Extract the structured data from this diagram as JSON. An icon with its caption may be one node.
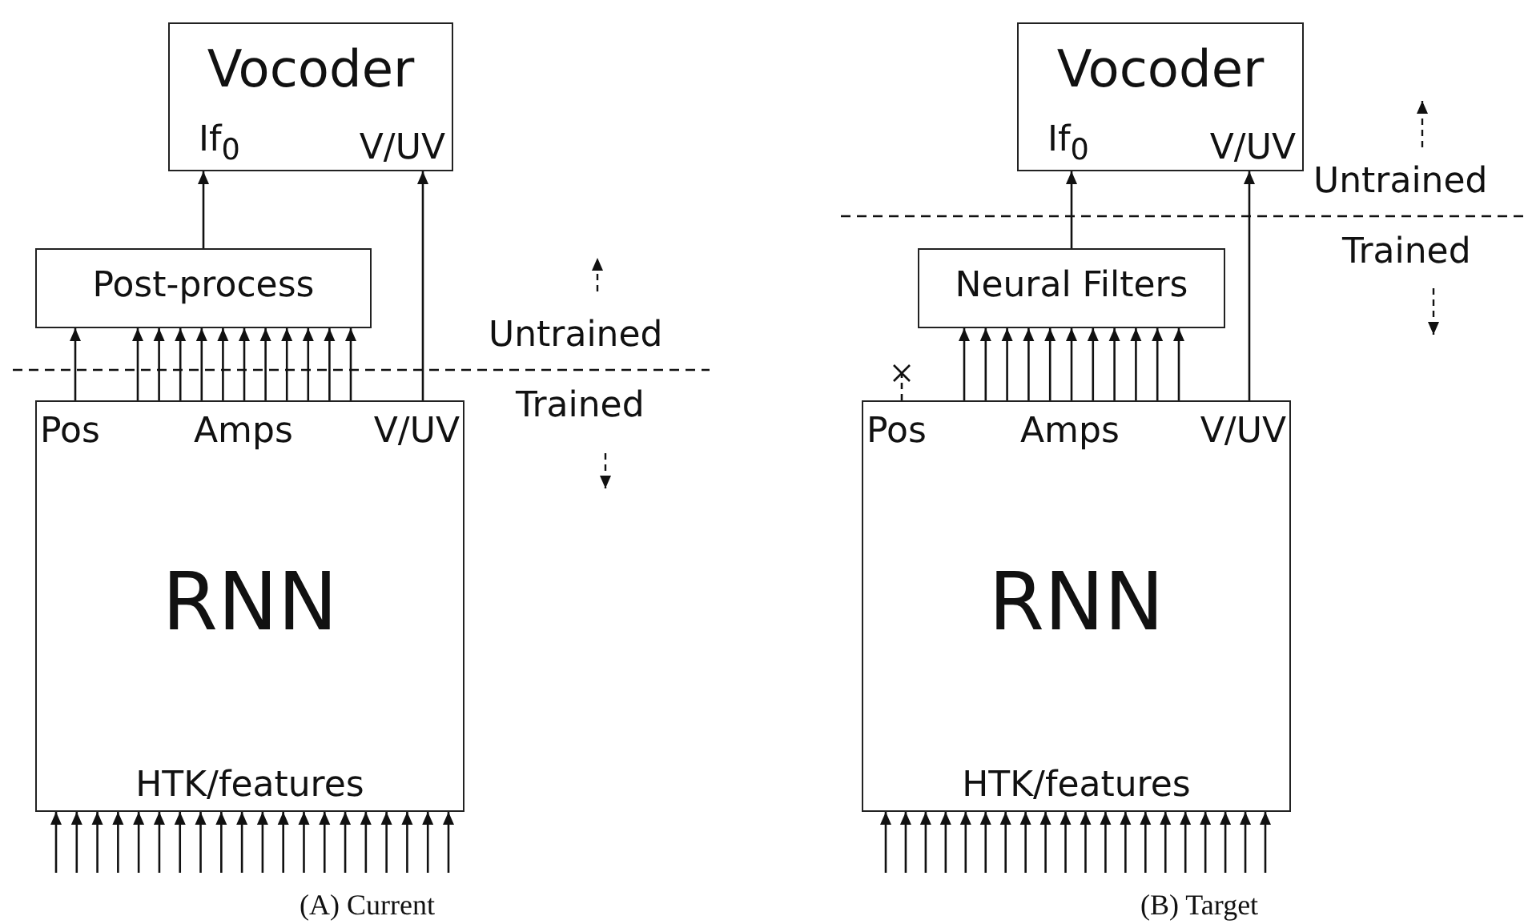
{
  "diagram": {
    "nodes": [
      {
        "text": [
          "Vocoder",
          "If$_{0}$",
          "V/UV"
        ]
      },
      {
        "text": [
          "Post-process"
        ]
      },
      {
        "text": [
          "Pos",
          "Amps",
          "V/UV",
          "RNN",
          "HTK/features"
        ]
      },
      {
        "text": [
          "Vocoder",
          "If$_{0}$",
          "V/UV"
        ]
      },
      {
        "text": [
          "Neural Filters"
        ]
      },
      {
        "text": [
          "Pos",
          "Amps",
          "V/UV",
          "RNN",
          "HTK/features"
        ]
      }
    ],
    "edges": [
      {
        "from": 1,
        "to": 0,
        "arrow": "to"
      },
      {
        "from": 2,
        "to": 0,
        "arrow": "to"
      },
      {
        "from": 2,
        "to": 1,
        "arrow": "to"
      },
      {
        "from": 2,
        "to": 1,
        "arrow": "to"
      },
      {
        "from": 2,
        "to": 1,
        "arrow": "to"
      },
      {
        "from": 2,
        "to": 1,
        "arrow": "to"
      },
      {
        "from": 2,
        "to": 1,
        "arrow": "to"
      },
      {
        "from": 2,
        "to": 1,
        "arrow": "to"
      },
      {
        "from": 2,
        "to": 1,
        "arrow": "to"
      },
      {
        "from": 2,
        "to": 1,
        "arrow": "to"
      },
      {
        "from": 2,
        "to": 1,
        "arrow": "to"
      },
      {
        "from": 2,
        "to": 1,
        "arrow": "to"
      },
      {
        "from": 2,
        "to": 1,
        "arrow": "to"
      },
      {
        "from": 2,
        "to": 1,
        "arrow": "to"
      },
      {
        "from": null,
        "to": 2,
        "arrow": "to"
      },
      {
        "from": null,
        "to": 2,
        "arrow": "to"
      },
      {
        "from": null,
        "to": 2,
        "arrow": "to"
      },
      {
        "from": null,
        "to": 2,
        "arrow": "to"
      },
      {
        "from": null,
        "to": 2,
        "arrow": "to"
      },
      {
        "from": null,
        "to": 2,
        "arrow": "to"
      },
      {
        "from": null,
        "to": 2,
        "arrow": "to"
      },
      {
        "from": null,
        "to": 2,
        "arrow": "to"
      },
      {
        "from": null,
        "to": 2,
        "arrow": "to"
      },
      {
        "from": null,
        "to": 2,
        "arrow": "to"
      },
      {
        "from": null,
        "to": 2,
        "arrow": "to"
      },
      {
        "from": null,
        "to": 2,
        "arrow": "to"
      },
      {
        "from": null,
        "to": 2,
        "arrow": "to"
      },
      {
        "from": null,
        "to": 2,
        "arrow": "to"
      },
      {
        "from": null,
        "to": 2,
        "arrow": "to"
      },
      {
        "from": null,
        "to": 2,
        "arrow": "to"
      },
      {
        "from": null,
        "to": 2,
        "arrow": "to"
      },
      {
        "from": null,
        "to": 2,
        "arrow": "to"
      },
      {
        "from": null,
        "to": 2,
        "arrow": "to"
      },
      {
        "from": null,
        "to": 2,
        "arrow": "to"
      },
      {
        "from": 4,
        "to": 3,
        "arrow": "to"
      },
      {
        "from": 5,
        "to": 3,
        "arrow": "to"
      },
      {
        "from": 5,
        "to": null,
        "arrow": "other",
        "style": "dashed"
      },
      {
        "from": 5,
        "to": 4,
        "arrow": "to"
      },
      {
        "from": 5,
        "to": 4,
        "arrow": "to"
      },
      {
        "from": 5,
        "to": 4,
        "arrow": "to"
      },
      {
        "from": 5,
        "to": 4,
        "arrow": "to"
      },
      {
        "from": 5,
        "to": 4,
        "arrow": "to"
      },
      {
        "from": 5,
        "to": 4,
        "arrow": "to"
      },
      {
        "from": 5,
        "to": 4,
        "arrow": "to"
      },
      {
        "from": 5,
        "to": 4,
        "arrow": "to"
      },
      {
        "from": 5,
        "to": 4,
        "arrow": "to"
      },
      {
        "from": 5,
        "to": 4,
        "arrow": "to"
      },
      {
        "from": 5,
        "to": 4,
        "arrow": "to"
      },
      {
        "from": null,
        "to": 5,
        "arrow": "to"
      },
      {
        "from": null,
        "to": 5,
        "arrow": "to"
      },
      {
        "from": null,
        "to": 5,
        "arrow": "to"
      },
      {
        "from": null,
        "to": 5,
        "arrow": "to"
      },
      {
        "from": null,
        "to": 5,
        "arrow": "to"
      },
      {
        "from": null,
        "to": 5,
        "arrow": "to"
      },
      {
        "from": null,
        "to": 5,
        "arrow": "to"
      },
      {
        "from": null,
        "to": 5,
        "arrow": "to"
      },
      {
        "from": null,
        "to": 5,
        "arrow": "to"
      },
      {
        "from": null,
        "to": 5,
        "arrow": "to"
      },
      {
        "from": null,
        "to": 5,
        "arrow": "to"
      },
      {
        "from": null,
        "to": 5,
        "arrow": "to"
      },
      {
        "from": null,
        "to": 5,
        "arrow": "to"
      },
      {
        "from": null,
        "to": 5,
        "arrow": "to"
      },
      {
        "from": null,
        "to": 5,
        "arrow": "to"
      },
      {
        "from": null,
        "to": 5,
        "arrow": "to"
      },
      {
        "from": null,
        "to": 5,
        "arrow": "to"
      },
      {
        "from": null,
        "to": 5,
        "arrow": "to"
      },
      {
        "from": null,
        "to": 5,
        "arrow": "to"
      },
      {
        "from": null,
        "to": 5,
        "arrow": "to"
      }
    ],
    "labels": [
      "Untrained",
      "Trained",
      "Untrained",
      "Trained",
      "(A) Current",
      "(B) Target"
    ]
  }
}
